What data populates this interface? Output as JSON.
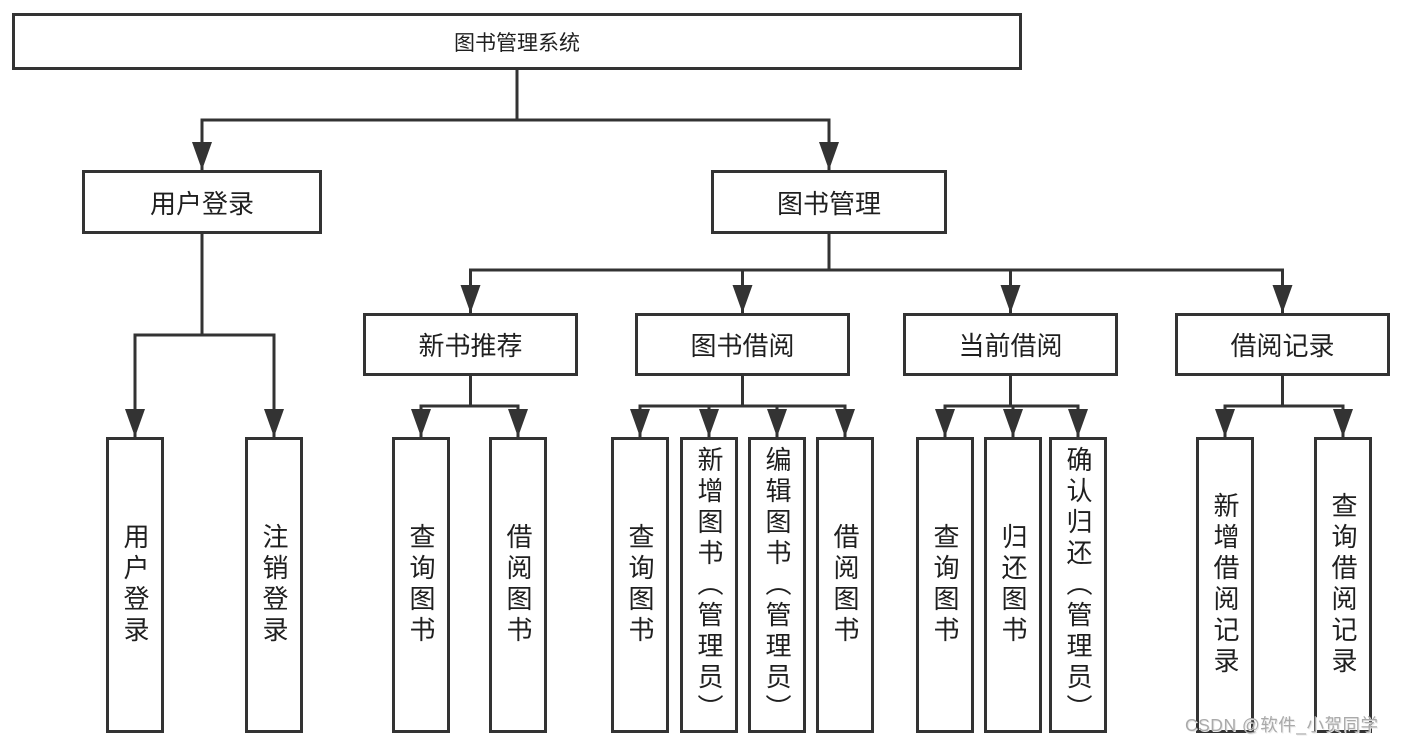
{
  "nodes": {
    "root": "图书管理系统",
    "level2": [
      "用户登录",
      "图书管理"
    ],
    "level3": [
      "新书推荐",
      "图书借阅",
      "当前借阅",
      "借阅记录"
    ],
    "level4": [
      "用户登录",
      "注销登录",
      "查询图书",
      "借阅图书",
      "查询图书",
      "新增图书（管理员）",
      "编辑图书（管理员）",
      "借阅图书",
      "查询图书",
      "归还图书",
      "确认归还（管理员）",
      "新增借阅记录",
      "查询借阅记录"
    ]
  },
  "watermark": "CSDN @软件_小贺同学",
  "colors": {
    "line": "#333333",
    "box_border": "#333333",
    "box_fill": "#ffffff",
    "text": "#1f1f1f",
    "watermark": "#aaaaaa",
    "background": "#ffffff"
  }
}
